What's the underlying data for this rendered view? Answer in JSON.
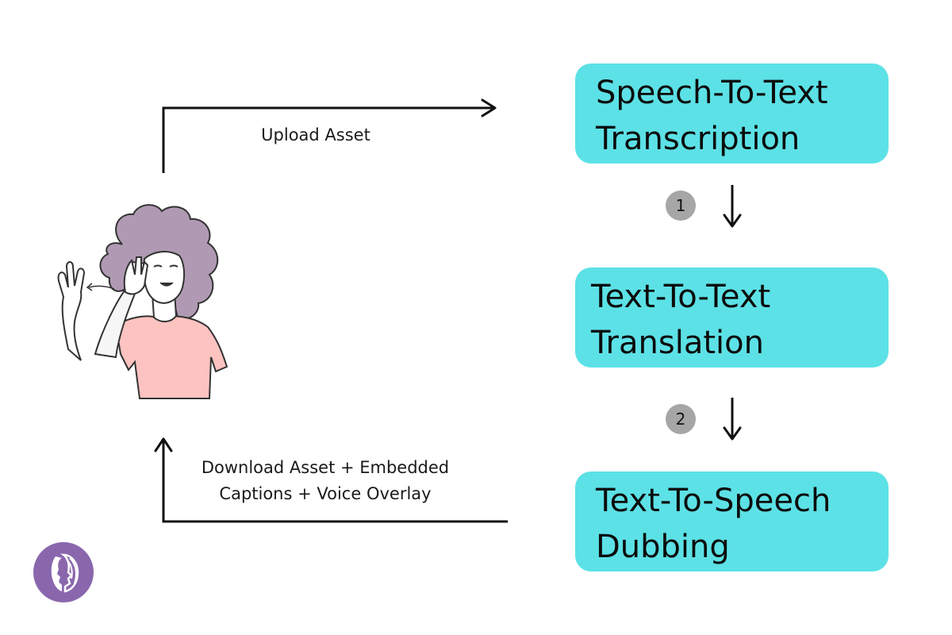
{
  "steps": [
    {
      "line1": "Speech-To-Text",
      "line2": "Transcription"
    },
    {
      "line1": "Text-To-Text",
      "line2": "Translation"
    },
    {
      "line1": "Text-To-Speech",
      "line2": "Dubbing"
    }
  ],
  "badges": [
    "1",
    "2"
  ],
  "labels": {
    "upload": "Upload Asset",
    "download_line1": "Download Asset + Embedded",
    "download_line2": "Captions + Voice Overlay"
  },
  "colors": {
    "step_box": "#5ce1e6",
    "badge": "#a6a6a6",
    "logo": "#8a67ad",
    "line": "#111111",
    "hair": "#b09ab3",
    "shirt": "#fdc3c0",
    "skin": "#ffffff"
  },
  "icons": {
    "logo": "face-profile-logo-icon",
    "person": "person-signing-illustration"
  }
}
